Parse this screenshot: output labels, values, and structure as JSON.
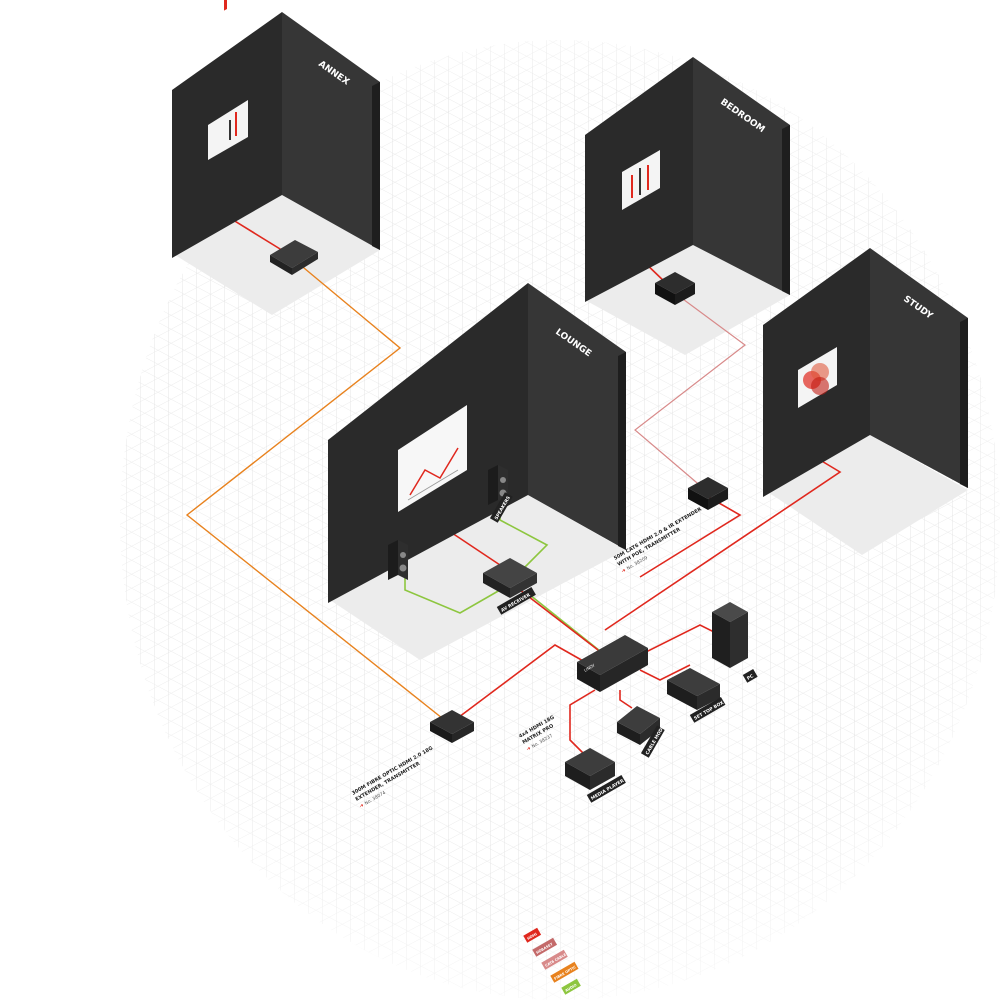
{
  "rooms": {
    "annex": "ANNEX",
    "bedroom": "BEDROOM",
    "lounge": "LOUNGE",
    "study": "STUDY"
  },
  "devices": {
    "speakers": "SPEAKERS",
    "av_receiver": "AV RECEIVER",
    "pc": "PC",
    "set_top_box": "SET TOP BOX",
    "cable_modem": "CABLE MODEM",
    "media_player": "MEDIA PLAYER"
  },
  "products": {
    "extender_cat6": {
      "line1": "50M CAT6 HDMI 2.0 & IR EXTENDER",
      "line2": "WITH POE, TRANSMITTER",
      "part": "No. 38209"
    },
    "fibre": {
      "line1": "300M FIBRE OPTIC HDMI 2.0 18G",
      "line2": "EXTENDER, TRANSMITTER",
      "part": "No. 38074"
    },
    "matrix": {
      "line1": "4x4 HDMI 18G",
      "line2": "MATRIX PRO",
      "part": "No. 38237"
    }
  },
  "legend": [
    "HDMI",
    "HDBASET",
    "CAT6 CABLE",
    "FIBRE OPTIC",
    "AUDIO"
  ],
  "colors": {
    "hdmi": "#e0281e",
    "hdbaset": "#c46a6a",
    "fibre": "#e8821e",
    "audio": "#8dc63f",
    "wall_dark": "#2b2b2b",
    "wall_mid": "#3a3a3a"
  }
}
